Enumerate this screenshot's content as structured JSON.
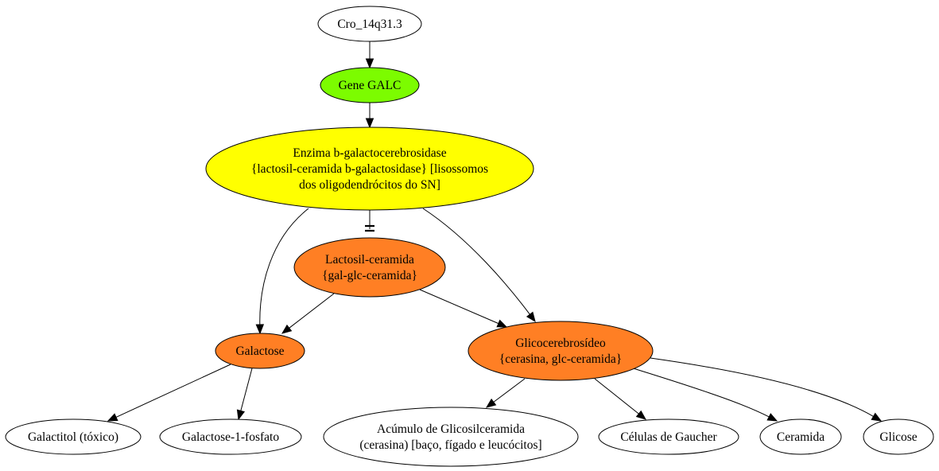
{
  "diagram": {
    "type": "directed-graph",
    "colors": {
      "white": "#ffffff",
      "green": "#7cfc00",
      "yellow": "#ffff00",
      "orange": "#ff7f24",
      "stroke": "#000000"
    },
    "nodes": [
      {
        "id": "cro",
        "lines": [
          "Cro_14q31.3"
        ],
        "fill": "#ffffff"
      },
      {
        "id": "gene",
        "lines": [
          "Gene GALC"
        ],
        "fill": "#7cfc00"
      },
      {
        "id": "enzima",
        "lines": [
          "Enzima b-galactocerebrosidase",
          "{lactosil-ceramida b-galactosidase} [lisossomos",
          "dos oligodendrócitos do SN]"
        ],
        "fill": "#ffff00"
      },
      {
        "id": "lactosil",
        "lines": [
          "Lactosil-ceramida",
          "{gal-glc-ceramida}"
        ],
        "fill": "#ff7f24"
      },
      {
        "id": "galactose",
        "lines": [
          "Galactose"
        ],
        "fill": "#ff7f24"
      },
      {
        "id": "glicocerebrosideo",
        "lines": [
          "Glicocerebrosídeo",
          "{cerasina, glc-ceramida}"
        ],
        "fill": "#ff7f24"
      },
      {
        "id": "galactitol",
        "lines": [
          "Galactitol (tóxico)"
        ],
        "fill": "#ffffff"
      },
      {
        "id": "galactose1p",
        "lines": [
          "Galactose-1-fosfato"
        ],
        "fill": "#ffffff"
      },
      {
        "id": "acumulo",
        "lines": [
          "Acúmulo de Glicosilceramida",
          "(cerasina) [baço, fígado e leucócitos]"
        ],
        "fill": "#ffffff"
      },
      {
        "id": "gaucher",
        "lines": [
          "Células de Gaucher"
        ],
        "fill": "#ffffff"
      },
      {
        "id": "ceramida",
        "lines": [
          "Ceramida"
        ],
        "fill": "#ffffff"
      },
      {
        "id": "glicose",
        "lines": [
          "Glicose"
        ],
        "fill": "#ffffff"
      }
    ],
    "edges": [
      {
        "from": "cro",
        "to": "gene",
        "head": "arrow"
      },
      {
        "from": "gene",
        "to": "enzima",
        "head": "arrow"
      },
      {
        "from": "enzima",
        "to": "lactosil",
        "head": "tee"
      },
      {
        "from": "enzima",
        "to": "galactose",
        "head": "arrow"
      },
      {
        "from": "enzima",
        "to": "glicocerebrosideo",
        "head": "arrow"
      },
      {
        "from": "lactosil",
        "to": "galactose",
        "head": "arrow"
      },
      {
        "from": "lactosil",
        "to": "glicocerebrosideo",
        "head": "arrow"
      },
      {
        "from": "galactose",
        "to": "galactitol",
        "head": "arrow"
      },
      {
        "from": "galactose",
        "to": "galactose1p",
        "head": "arrow"
      },
      {
        "from": "glicocerebrosideo",
        "to": "acumulo",
        "head": "arrow"
      },
      {
        "from": "glicocerebrosideo",
        "to": "gaucher",
        "head": "arrow"
      },
      {
        "from": "glicocerebrosideo",
        "to": "ceramida",
        "head": "arrow"
      },
      {
        "from": "glicocerebrosideo",
        "to": "glicose",
        "head": "arrow"
      }
    ]
  }
}
